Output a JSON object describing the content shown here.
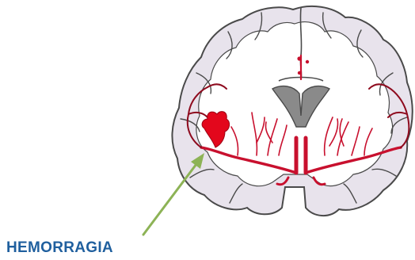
{
  "caption": "HEMORRAGIA",
  "colors": {
    "caption": "#1f5f9e",
    "arrow": "#8db356",
    "vessel": "#c8102e",
    "vessel_dark": "#8e0b1e",
    "hemorrhage": "#e3071c",
    "cortex": "#e8e3ec",
    "white_matter": "#ffffff",
    "outline": "#4a4a4a",
    "ventricle": "#8a8a8a"
  },
  "icons": [
    "brain-coronal-section",
    "hemorrhage-blot",
    "pointer-arrow"
  ]
}
